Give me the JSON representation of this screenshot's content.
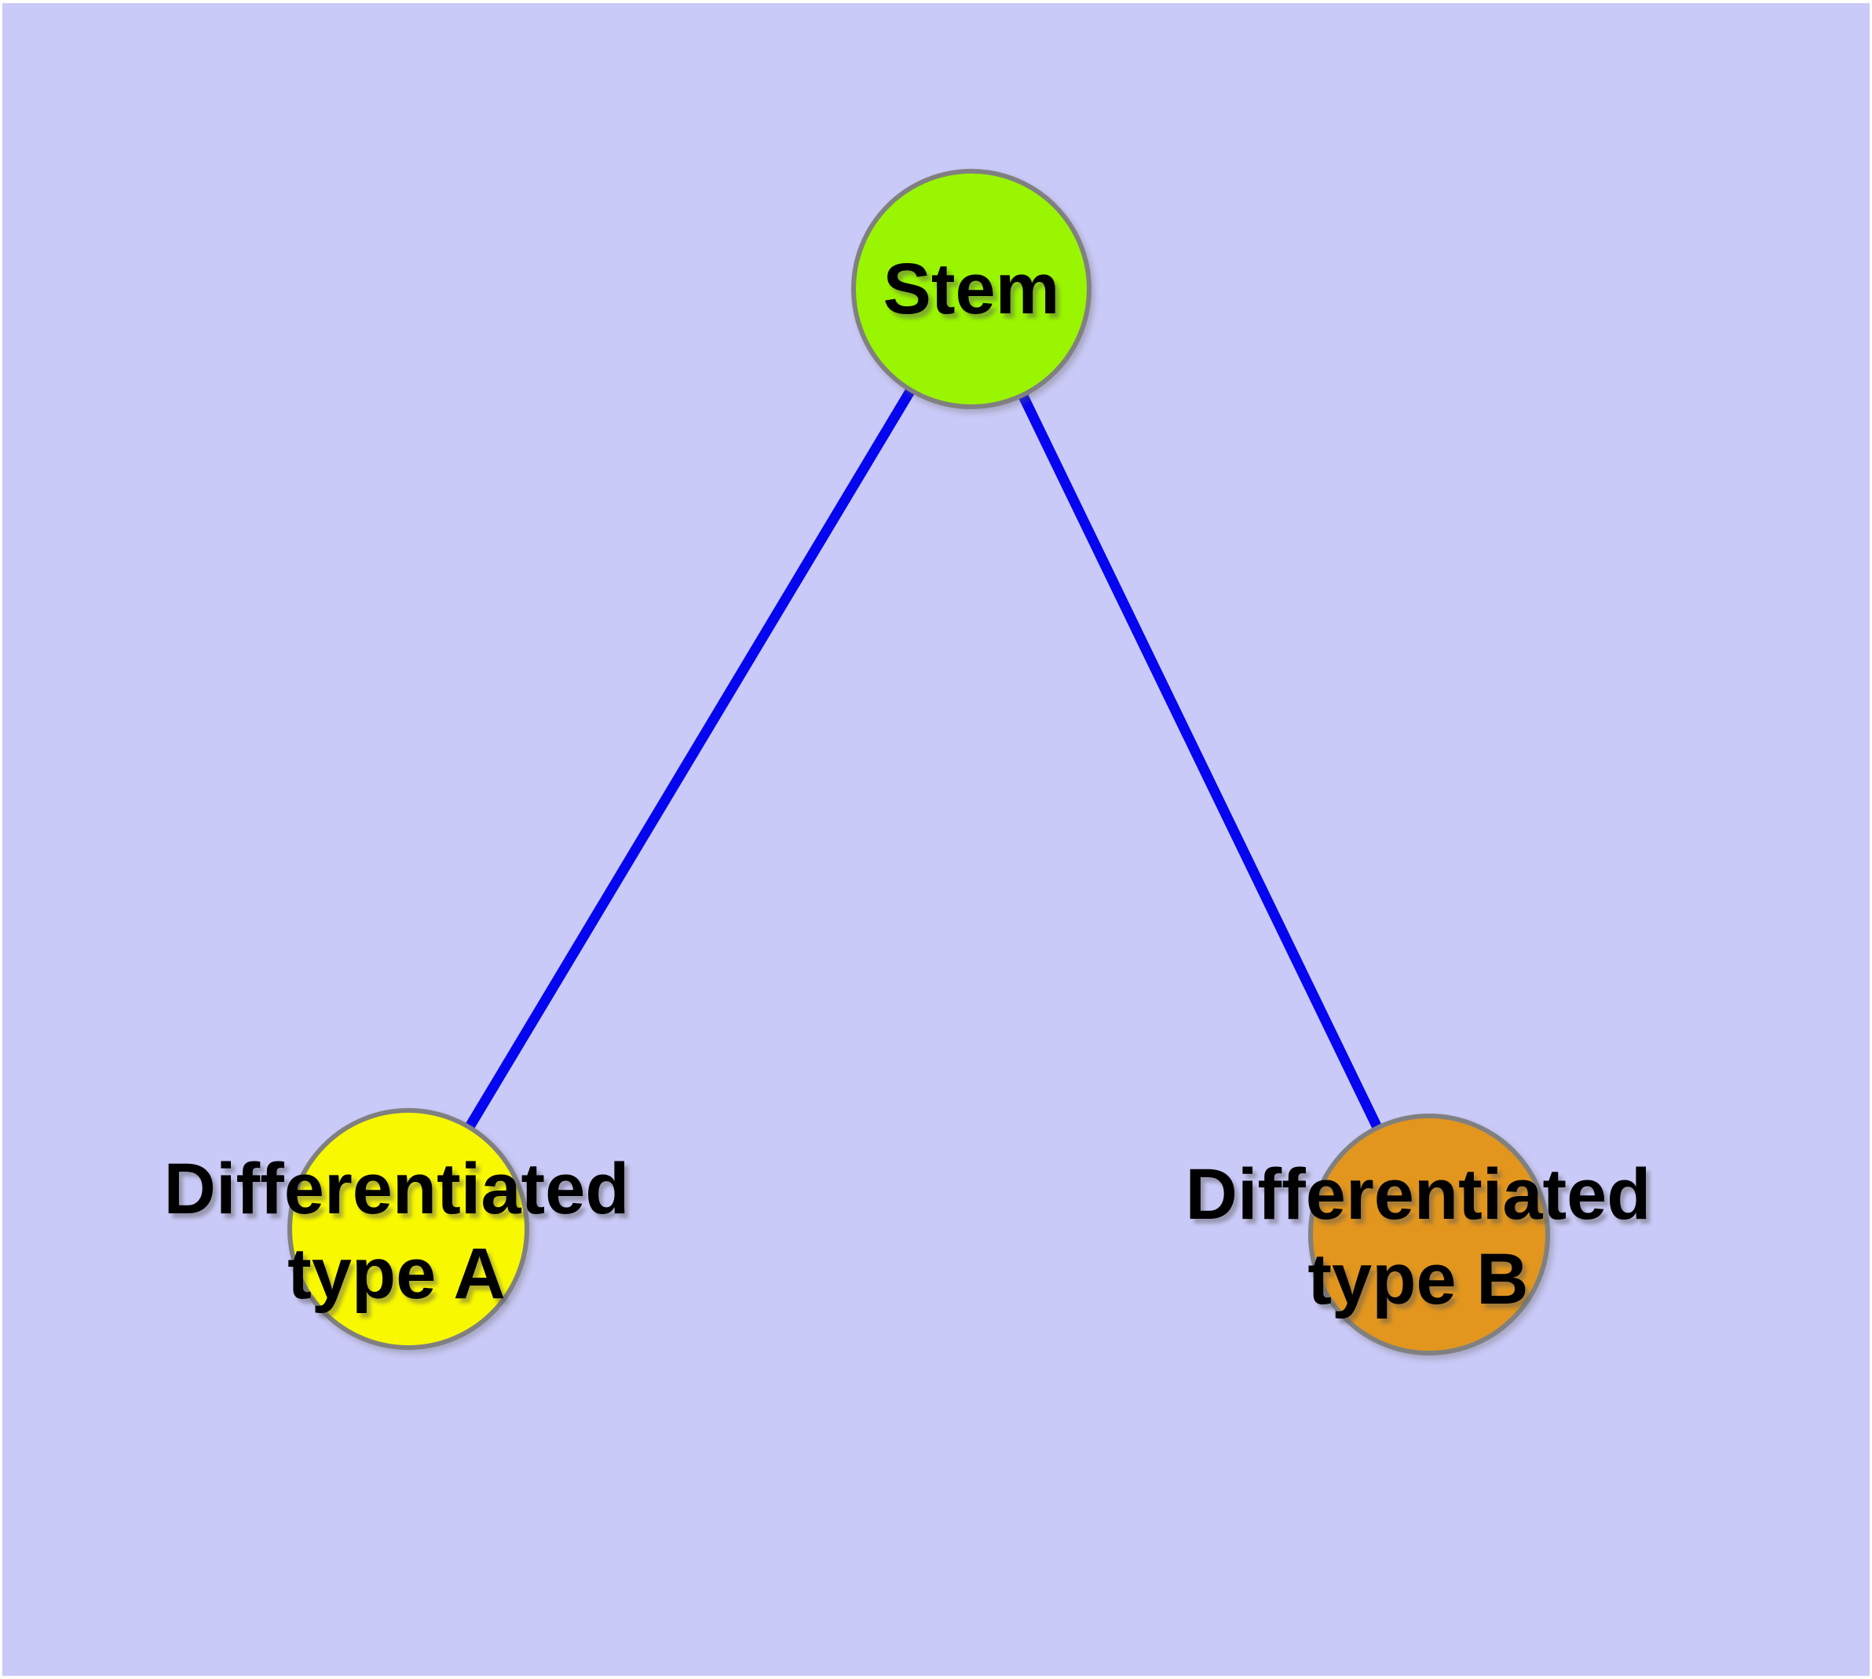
{
  "diagram": {
    "type": "graph",
    "description": "Stem cell differentiation diagram with one stem node branching into two differentiated cell type nodes",
    "colors": {
      "page_margin": "#FFFFFF",
      "canvas_background": "#CACAF8",
      "edge": "#0505F0",
      "node_border": "#808080",
      "label_text": "#000000"
    },
    "nodes": [
      {
        "id": "stem",
        "label": "Stem",
        "fill": "#9AF500"
      },
      {
        "id": "type_a",
        "label": "Differentiated type A",
        "label_line1": "Differentiated",
        "label_line2": "type A",
        "fill": "#F8F800"
      },
      {
        "id": "type_b",
        "label": "Differentiated type B",
        "label_line1": "Differentiated",
        "label_line2": "type B",
        "fill": "#E2961E"
      }
    ],
    "edges": [
      {
        "from": "stem",
        "to": "type_a"
      },
      {
        "from": "stem",
        "to": "type_b"
      }
    ]
  }
}
